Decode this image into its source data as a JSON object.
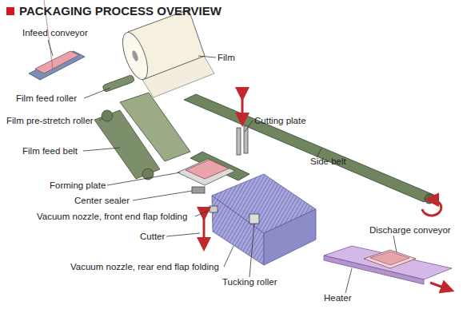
{
  "diagram": {
    "title": "PACKAGING PROCESS OVERVIEW",
    "labels": [
      "Infeed conveyor",
      "Film",
      "Film feed roller",
      "Film pre-stretch roller",
      "Film feed belt",
      "Forming plate",
      "Center sealer",
      "Vacuum nozzle, front end flap folding",
      "Cutter",
      "Vacuum nozzle, rear end flap folding",
      "Tucking roller",
      "Cutting plate",
      "Side belt",
      "Discharge conveyor",
      "Heater"
    ]
  }
}
